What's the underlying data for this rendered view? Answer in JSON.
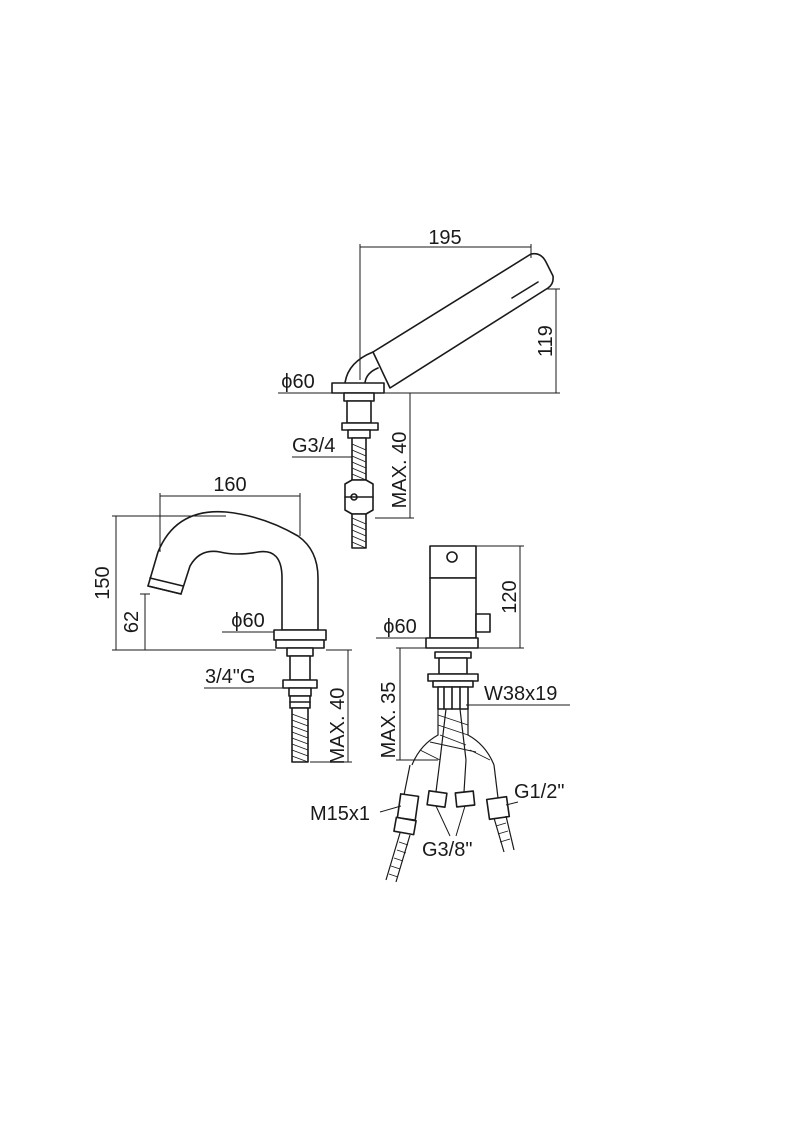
{
  "hand_shower": {
    "width_label": "195",
    "height_label": "119",
    "diameter_label": "60",
    "thread_label": "G3/4",
    "max_label": "MAX. 40"
  },
  "spout": {
    "width_label": "160",
    "height_label": "150",
    "outlet_height_label": "62",
    "diameter_label": "60",
    "thread_label": "3/4\"G",
    "max_label": "MAX. 40"
  },
  "mixer": {
    "height_label": "120",
    "diameter_label": "60",
    "nut_label": "W38x19",
    "max_label": "MAX. 35",
    "m15_label": "M15x1",
    "g38_label": "G3/8\"",
    "g12_label": "G1/2\"",
    "diameter_symbol": "ϕ"
  }
}
